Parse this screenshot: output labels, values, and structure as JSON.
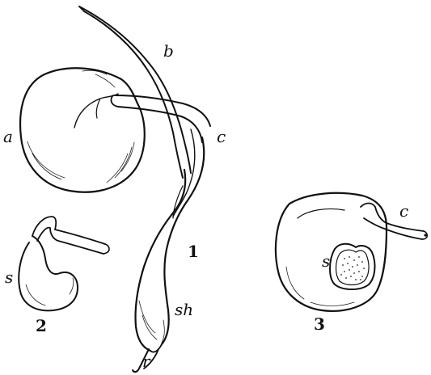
{
  "labels": {
    "a": "a",
    "b": "b",
    "c": "c",
    "sh": "sh",
    "r": "r",
    "s_fig2": "s",
    "s_fig3": "s",
    "c_fig3": "c"
  },
  "figure_numbers": {
    "fig1": "1",
    "fig2": "2",
    "fig3": "3"
  },
  "colors": {
    "ink": "#111111",
    "paper": "#ffffff"
  }
}
